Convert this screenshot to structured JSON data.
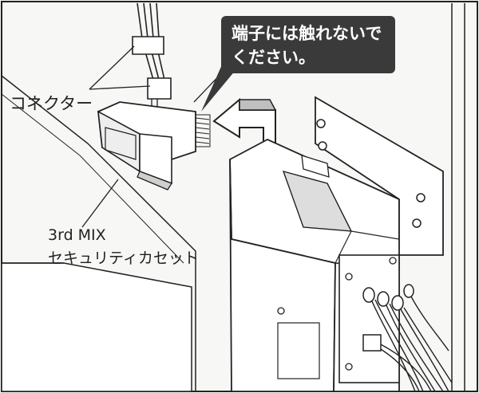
{
  "labels": {
    "connector": "コネクター",
    "cassette_line1": "3rd MIX",
    "cassette_line2": "セキュリティカセット"
  },
  "warning": {
    "line1": "端子には触れないで",
    "line2": "ください。"
  },
  "colors": {
    "line": "#222222",
    "fill_light": "#ffffff",
    "fill_shade": "#d8d8d8",
    "warning_bg": "#3a3a3a",
    "warning_text": "#ffffff"
  }
}
